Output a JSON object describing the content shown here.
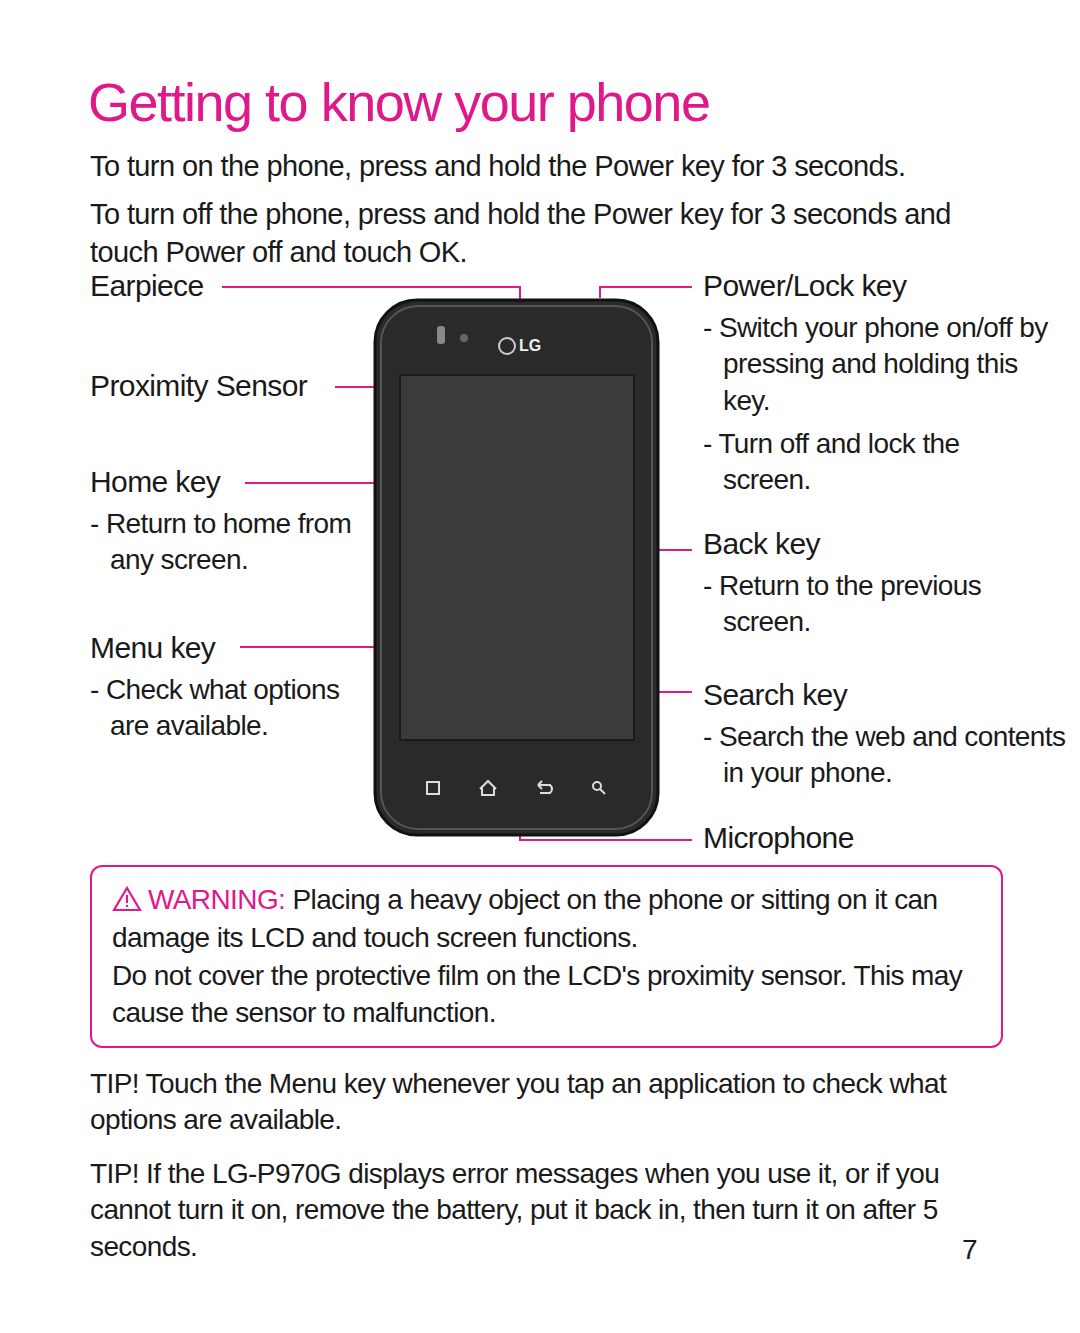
{
  "diagram": {
    "title": "Getting to know your phone",
    "nodes": [
      {
        "text": [
          "WARNING:",
          "Placing a heavy object on the phone or sitting on it can damage its LCD and touch screen functions.",
          "Do not cover the protective film on the LCD's proximity sensor. This may cause the sensor to malfunction."
        ]
      }
    ],
    "labels": [
      "To turn on the phone, press and hold the Power key for 3 seconds.",
      "To turn off the phone, press and hold the Power key for 3 seconds and touch Power off and touch OK.",
      "Earpiece",
      "Power/Lock key",
      "- Switch your phone on/off by pressing and holding this key.",
      "- Turn off and lock the screen.",
      "Proximity Sensor",
      "Home key",
      "- Return to home from any screen.",
      "Back key",
      "- Return to the previous screen.",
      "Menu key",
      "- Check what options are available.",
      "Search key",
      "- Search the web and contents in your phone.",
      "Microphone",
      "LG",
      "TIP! Touch the Menu key whenever you tap an application to check what options are available.",
      "TIP! If the LG-P970G displays error messages when you use it, or if you cannot turn it on, remove the battery, put it back in, then turn it on after 5 seconds.",
      "7"
    ]
  }
}
